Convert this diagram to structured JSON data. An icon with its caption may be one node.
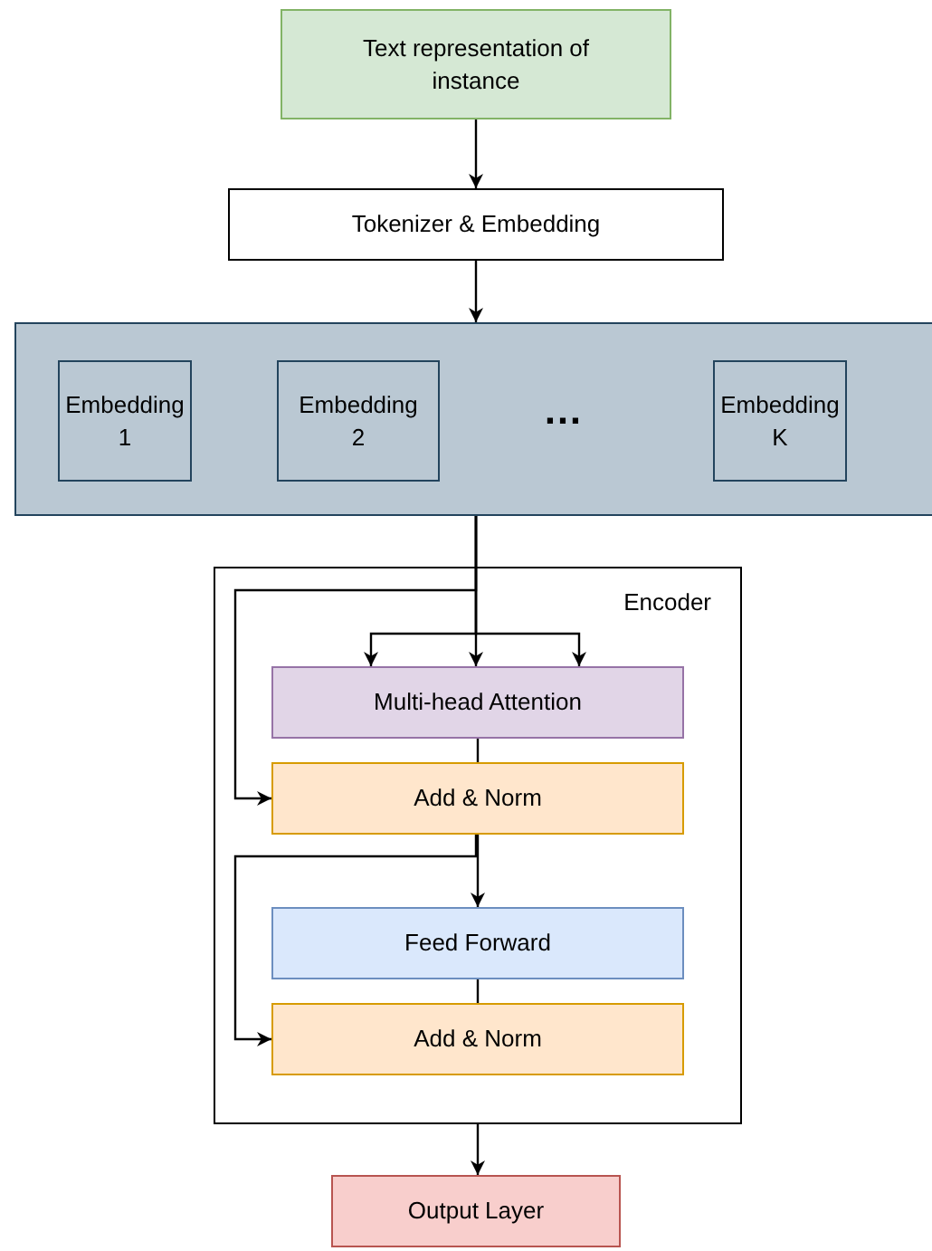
{
  "diagram": {
    "nodes": [
      {
        "text": [
          "Text representation of instance"
        ]
      },
      {
        "text": [
          "Tokenizer & Embedding"
        ]
      },
      {
        "text": [],
        "shape": "box"
      },
      {
        "text": [
          "Embedding 1"
        ],
        "in": 2
      },
      {
        "text": [
          "Embedding 2"
        ],
        "in": 2
      },
      {
        "text": [
          "Embedding K"
        ],
        "in": 2
      },
      {
        "text": [
          "Encoder"
        ]
      },
      {
        "text": [
          "Multi-head Attention"
        ],
        "in": 6
      },
      {
        "text": [
          "Add & Norm"
        ],
        "in": 6
      },
      {
        "text": [
          "Feed Forward"
        ],
        "in": 6
      },
      {
        "text": [
          "Add & Norm"
        ],
        "in": 6
      },
      {
        "text": [
          "Output Layer"
        ]
      }
    ],
    "edges": [
      {
        "from": 0,
        "to": 1,
        "arrow": "to"
      },
      {
        "from": 1,
        "to": 2,
        "arrow": "to"
      },
      {
        "from": 2,
        "to": 7,
        "arrow": "to"
      },
      {
        "from": 2,
        "to": 7,
        "arrow": "to"
      },
      {
        "from": 2,
        "to": 7,
        "arrow": "to"
      },
      {
        "from": 2,
        "to": 8,
        "arrow": "to"
      },
      {
        "from": 7,
        "to": 8,
        "arrow": "none"
      },
      {
        "from": 8,
        "to": 9,
        "arrow": "to"
      },
      {
        "from": 8,
        "to": 10,
        "arrow": "to"
      },
      {
        "from": 9,
        "to": 10,
        "arrow": "none"
      },
      {
        "from": 6,
        "to": 11,
        "arrow": "to"
      }
    ],
    "labels": [
      "…"
    ]
  }
}
